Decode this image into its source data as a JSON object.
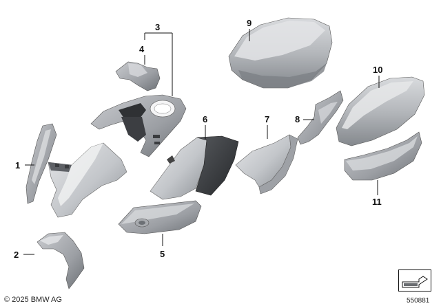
{
  "callouts": {
    "c1": "1",
    "c2": "2",
    "c3": "3",
    "c4": "4",
    "c5": "5",
    "c6": "6",
    "c7": "7",
    "c8": "8",
    "c9": "9",
    "c10": "10",
    "c11": "11"
  },
  "footer": {
    "copyright": "© 2025 BMW AG",
    "diagram_number": "550881"
  },
  "colors": {
    "part_light": "#d4d6d9",
    "part_mid": "#a9acb1",
    "part_dark": "#6f7378",
    "part_black": "#2a2c2f",
    "line": "#111111"
  }
}
